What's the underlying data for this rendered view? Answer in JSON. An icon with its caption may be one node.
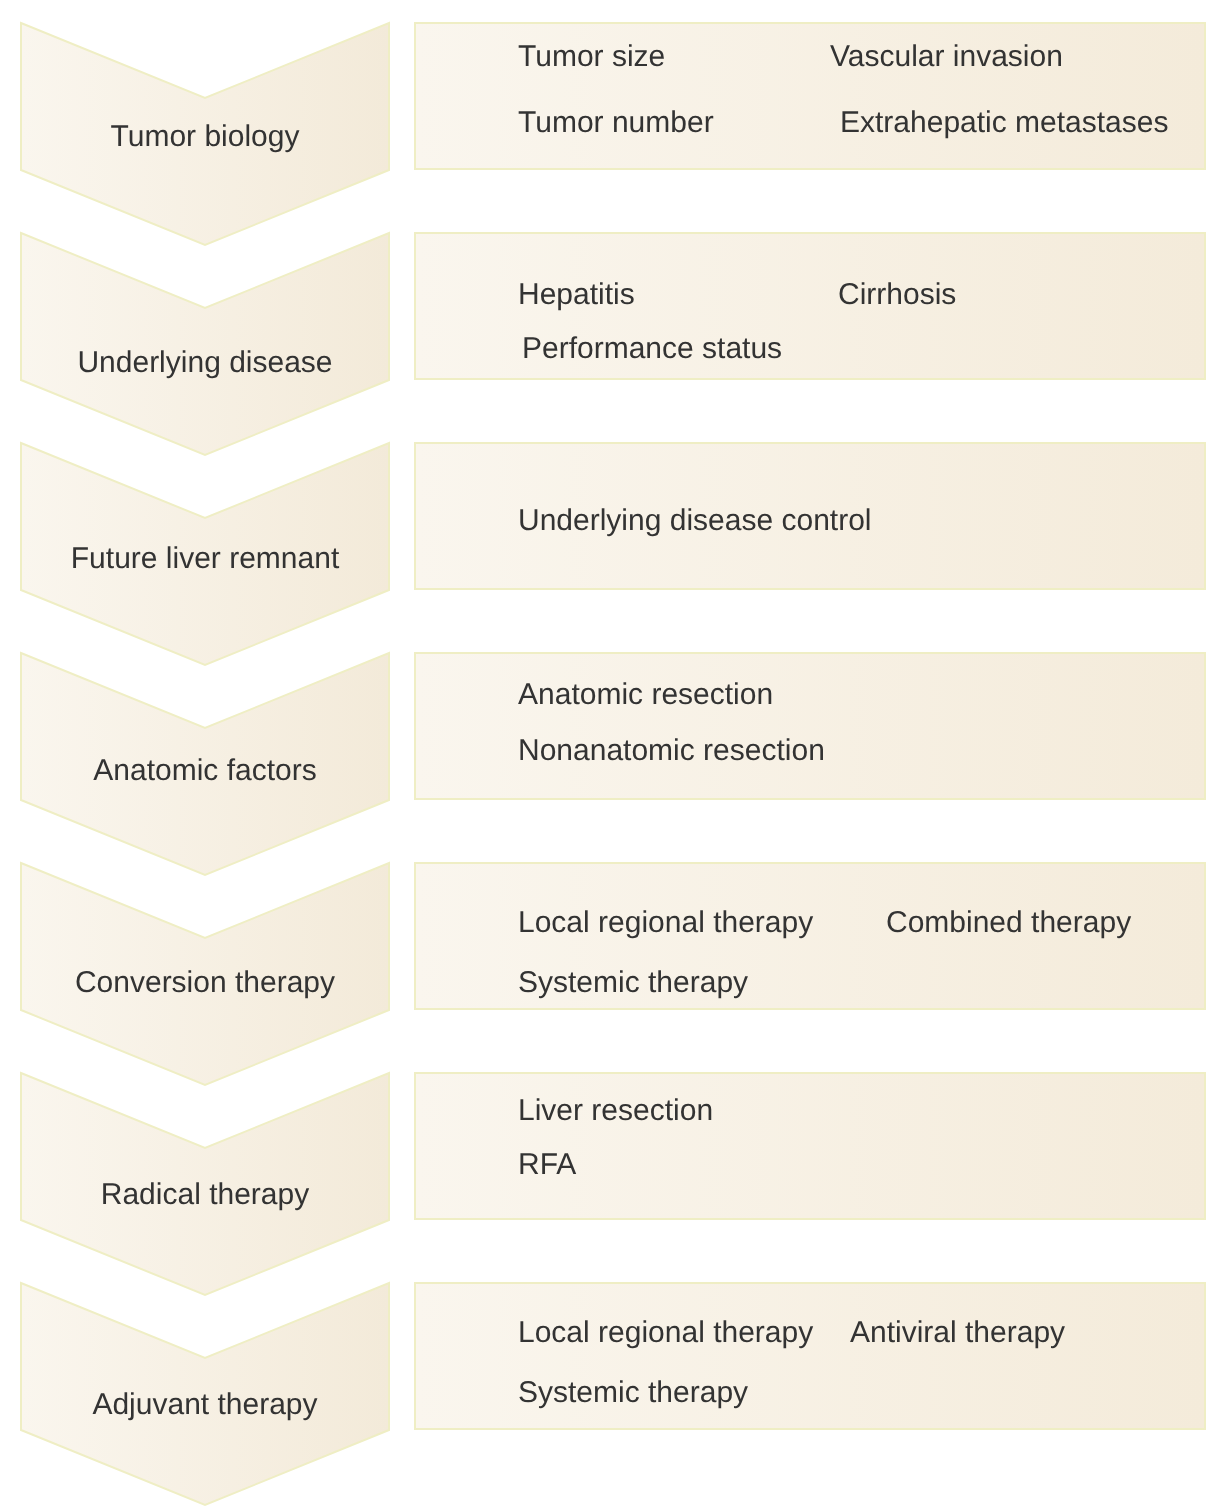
{
  "diagram": {
    "nodes": [
      {
        "text": [
          "Tumor biology"
        ]
      },
      {
        "text": [
          "Tumor size",
          "Vascular invasion",
          "Tumor number",
          "Extrahepatic metastases"
        ]
      },
      {
        "text": [
          "Underlying disease"
        ]
      },
      {
        "text": [
          "Hepatitis",
          "Cirrhosis",
          "Performance status"
        ]
      },
      {
        "text": [
          "Future liver remnant"
        ]
      },
      {
        "text": [
          "Underlying disease control"
        ]
      },
      {
        "text": [
          "Anatomic factors"
        ]
      },
      {
        "text": [
          "Anatomic resection",
          "Nonanatomic resection"
        ]
      },
      {
        "text": [
          "Conversion therapy"
        ]
      },
      {
        "text": [
          "Local regional therapy",
          "Combined therapy",
          "Systemic therapy"
        ]
      },
      {
        "text": [
          "Radical therapy"
        ]
      },
      {
        "text": [
          "Liver resection",
          "RFA"
        ]
      },
      {
        "text": [
          "Adjuvant therapy"
        ]
      },
      {
        "text": [
          "Local regional therapy",
          "Antiviral therapy",
          "Systemic therapy"
        ]
      }
    ]
  }
}
